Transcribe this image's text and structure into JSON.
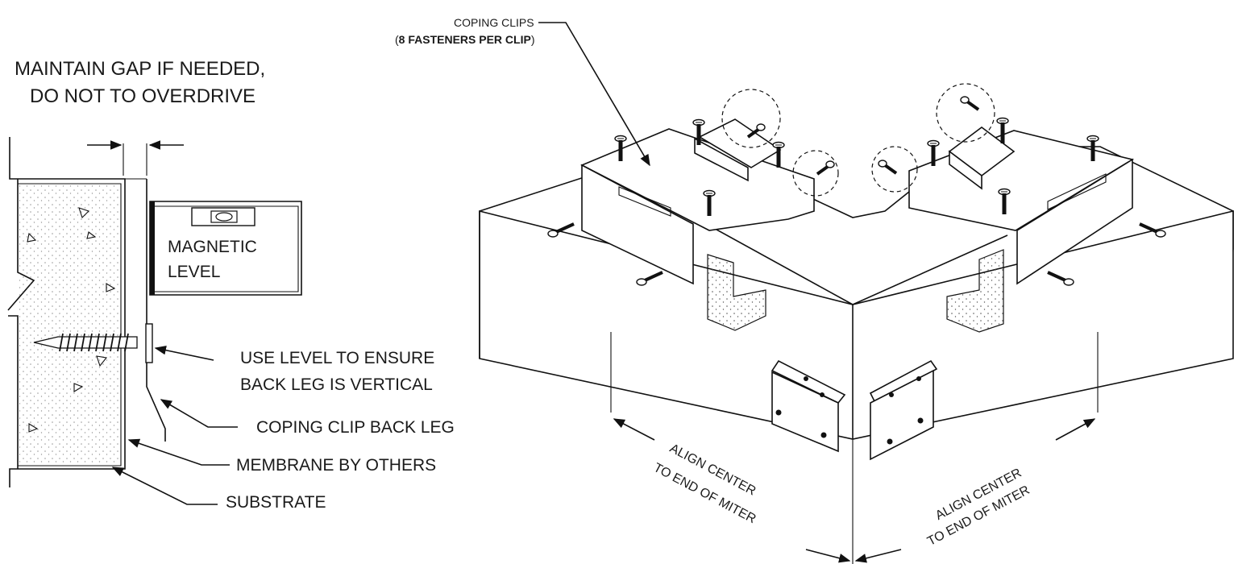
{
  "labels": {
    "gap_line1": "MAINTAIN GAP IF NEEDED,",
    "gap_line2": "DO NOT TO OVERDRIVE",
    "level_line1": "MAGNETIC",
    "level_line2": "LEVEL",
    "use_level_line1": "USE LEVEL TO ENSURE",
    "use_level_line2": "BACK LEG IS VERTICAL",
    "back_leg": "COPING CLIP BACK LEG",
    "membrane": "MEMBRANE BY OTHERS",
    "substrate": "SUBSTRATE",
    "clips_line1": "COPING CLIPS",
    "clips_line2_open": "(",
    "clips_line2_bold": "8 FASTENERS PER CLIP",
    "clips_line2_close": ")",
    "align_left_line1": "ALIGN CENTER",
    "align_left_line2": "TO END OF MITER",
    "align_right_line1": "ALIGN CENTER",
    "align_right_line2": "TO END OF MITER"
  },
  "icons": [
    "screw-icon",
    "magnetic-level-icon",
    "coping-clip-icon",
    "detail-circle-icon"
  ],
  "colors": {
    "line": "#111111",
    "background": "#ffffff",
    "stipple": "#555555"
  }
}
